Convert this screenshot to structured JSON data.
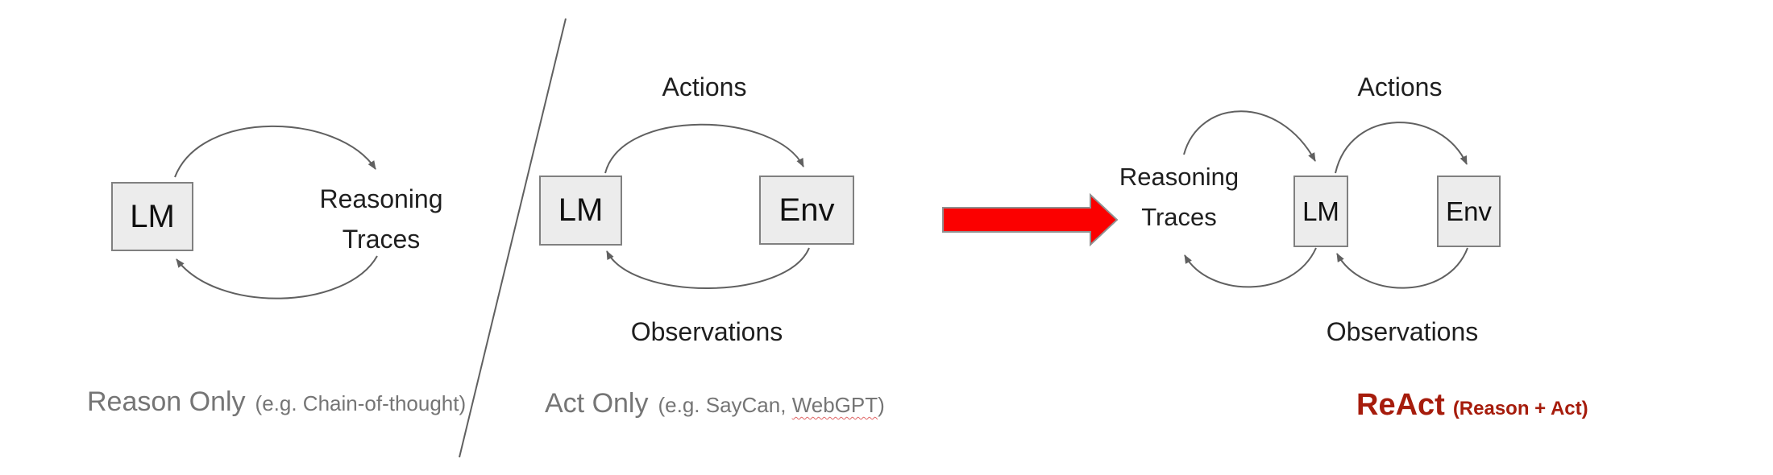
{
  "colors": {
    "box_fill": "#ececec",
    "box_border": "#808080",
    "connector_gray": "#606060",
    "caption_gray": "#757575",
    "label_black": "#1f1f1f",
    "arrow_red": "#fb0000",
    "react_caption_red": "#a61c0c",
    "spellcheck_wavy_red": "#e06666"
  },
  "icons": {
    "red_arrow": "right-block-arrow",
    "divider": "diagonal-separator-line",
    "arc_arrowheads": "curved-arrow-connectors"
  },
  "panel_reason_only": {
    "lm_box_label": "LM",
    "loop_label_line1": "Reasoning",
    "loop_label_line2": "Traces",
    "caption": "Reason Only",
    "caption_note": "(e.g. Chain-of-thought)"
  },
  "panel_act_only": {
    "lm_box_label": "LM",
    "env_box_label": "Env",
    "top_arc_label": "Actions",
    "bottom_arc_label": "Observations",
    "caption": "Act Only",
    "caption_note_prefix": "(e.g. SayCan, ",
    "caption_note_flagged_word": "WebGPT",
    "caption_note_suffix": ")"
  },
  "panel_react": {
    "reasoning_label_line1": "Reasoning",
    "reasoning_label_line2": "Traces",
    "lm_box_label": "LM",
    "env_box_label": "Env",
    "top_arc_label": "Actions",
    "bottom_arc_label": "Observations",
    "caption": "ReAct",
    "caption_note": "(Reason + Act)"
  }
}
